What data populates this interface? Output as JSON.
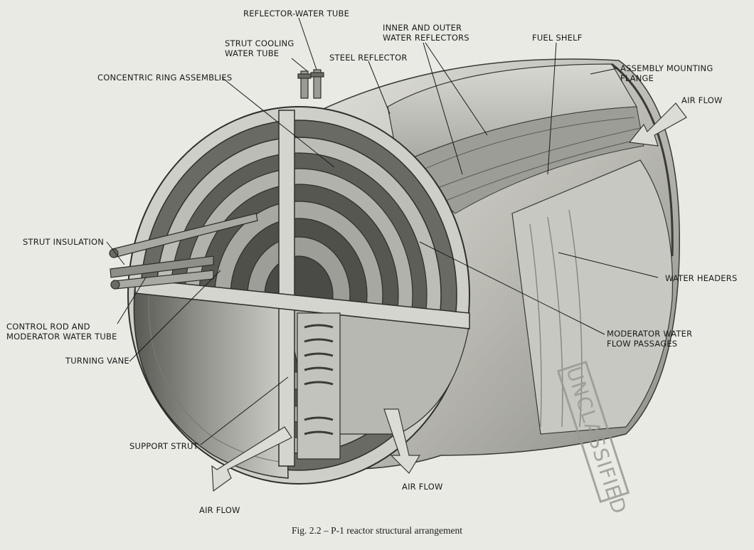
{
  "labels": {
    "reflector_water_tube": "REFLECTOR-WATER TUBE",
    "inner_outer_reflectors": [
      "INNER AND OUTER",
      "WATER REFLECTORS"
    ],
    "strut_cooling": [
      "STRUT COOLING",
      "WATER TUBE"
    ],
    "steel_reflector": "STEEL REFLECTOR",
    "fuel_shelf": "FUEL SHELF",
    "assembly_mounting": [
      "ASSEMBLY MOUNTING",
      "FLANGE"
    ],
    "concentric_rings": "CONCENTRIC RING ASSEMBLIES",
    "air_flow_top": "AIR FLOW",
    "strut_insulation": "STRUT INSULATION",
    "water_headers": "WATER HEADERS",
    "control_rod": [
      "CONTROL ROD AND",
      "MODERATOR WATER TUBE"
    ],
    "moderator_passages": [
      "MODERATOR WATER",
      "FLOW PASSAGES"
    ],
    "turning_vane": "TURNING VANE",
    "support_strut": "SUPPORT STRUT",
    "air_flow_bottom_right": "AIR FLOW",
    "air_flow_bottom_left": "AIR FLOW"
  },
  "stamp": "UNCLASSIFIED",
  "caption": "Fig. 2.2 – P-1 reactor structural arrangement",
  "colors": {
    "background": "#eaeae5",
    "ink": "#1a1a1a",
    "metal_light": "#d2d2cc",
    "metal_dark": "#4a4a46",
    "stamp": "#9a9a95"
  }
}
